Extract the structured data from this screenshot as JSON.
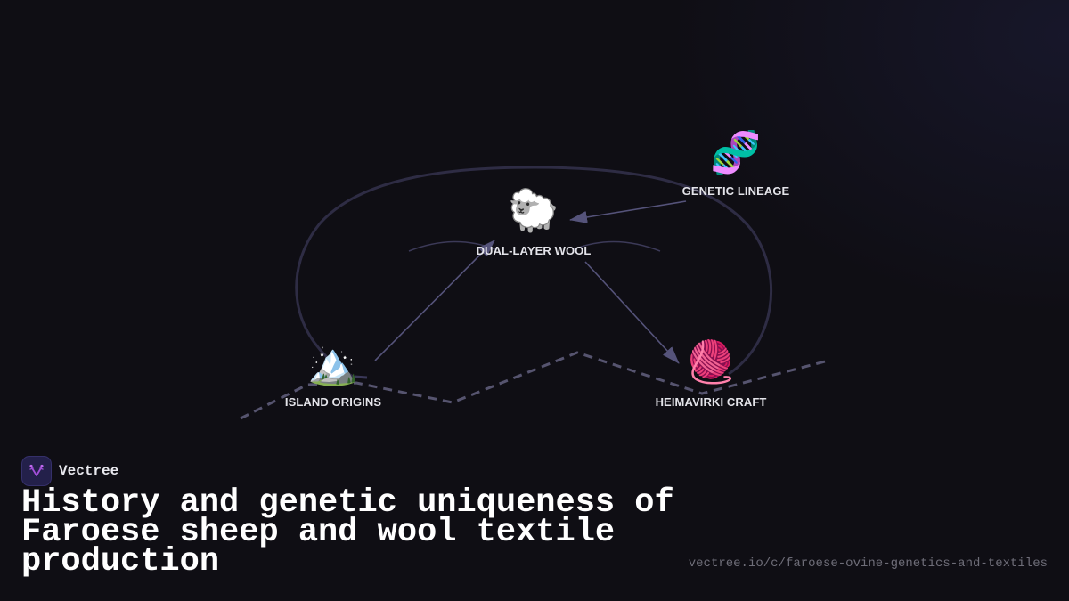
{
  "brand": {
    "name": "Vectree",
    "logo_icon": "vectree-branch-icon",
    "logo_bg": "#23204a",
    "logo_accent": "#a24fd8"
  },
  "title": "History and genetic uniqueness of Faroese sheep and wool textile production",
  "url": "vectree.io/c/faroese-ovine-genetics-and-textiles",
  "colors": {
    "background": "#0f0e14",
    "edge": "#55537a",
    "loop": "#2e2c44",
    "dashed": "#56546f",
    "label": "#e4e4ea",
    "url": "#6e6d78"
  },
  "diagram": {
    "nodes": [
      {
        "id": "dual-layer-wool",
        "label": "DUAL-LAYER WOOL",
        "icon": "sheep-icon",
        "glyph": "🐑"
      },
      {
        "id": "genetic-lineage",
        "label": "GENETIC LINEAGE",
        "icon": "dna-icon",
        "glyph": "🧬"
      },
      {
        "id": "island-origins",
        "label": "ISLAND ORIGINS",
        "icon": "mountain-icon",
        "glyph": "🏔️"
      },
      {
        "id": "heimavirki-craft",
        "label": "HEIMAVIRKI CRAFT",
        "icon": "yarn-icon",
        "glyph": "🧶"
      }
    ],
    "edges": [
      {
        "from": "genetic-lineage",
        "to": "dual-layer-wool",
        "style": "arrow"
      },
      {
        "from": "island-origins",
        "to": "dual-layer-wool",
        "style": "arrow"
      },
      {
        "from": "dual-layer-wool",
        "to": "heimavirki-craft",
        "style": "arrow"
      }
    ]
  }
}
